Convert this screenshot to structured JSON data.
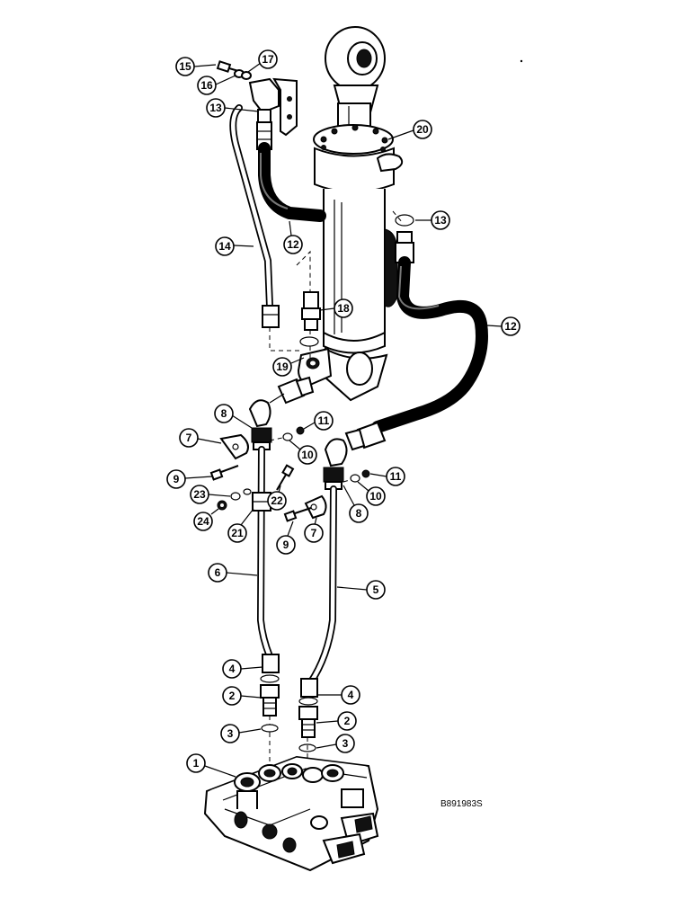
{
  "figure_code": "B891983S",
  "callouts": [
    {
      "label": "15"
    },
    {
      "label": "16"
    },
    {
      "label": "17"
    },
    {
      "label": "13"
    },
    {
      "label": "20"
    },
    {
      "label": "13"
    },
    {
      "label": "14"
    },
    {
      "label": "12"
    },
    {
      "label": "18"
    },
    {
      "label": "12"
    },
    {
      "label": "19"
    },
    {
      "label": "8"
    },
    {
      "label": "11"
    },
    {
      "label": "7"
    },
    {
      "label": "10"
    },
    {
      "label": "9"
    },
    {
      "label": "23"
    },
    {
      "label": "22"
    },
    {
      "label": "11"
    },
    {
      "label": "10"
    },
    {
      "label": "24"
    },
    {
      "label": "21"
    },
    {
      "label": "9"
    },
    {
      "label": "7"
    },
    {
      "label": "8"
    },
    {
      "label": "6"
    },
    {
      "label": "5"
    },
    {
      "label": "4"
    },
    {
      "label": "4"
    },
    {
      "label": "2"
    },
    {
      "label": "2"
    },
    {
      "label": "3"
    },
    {
      "label": "3"
    },
    {
      "label": "1"
    }
  ]
}
